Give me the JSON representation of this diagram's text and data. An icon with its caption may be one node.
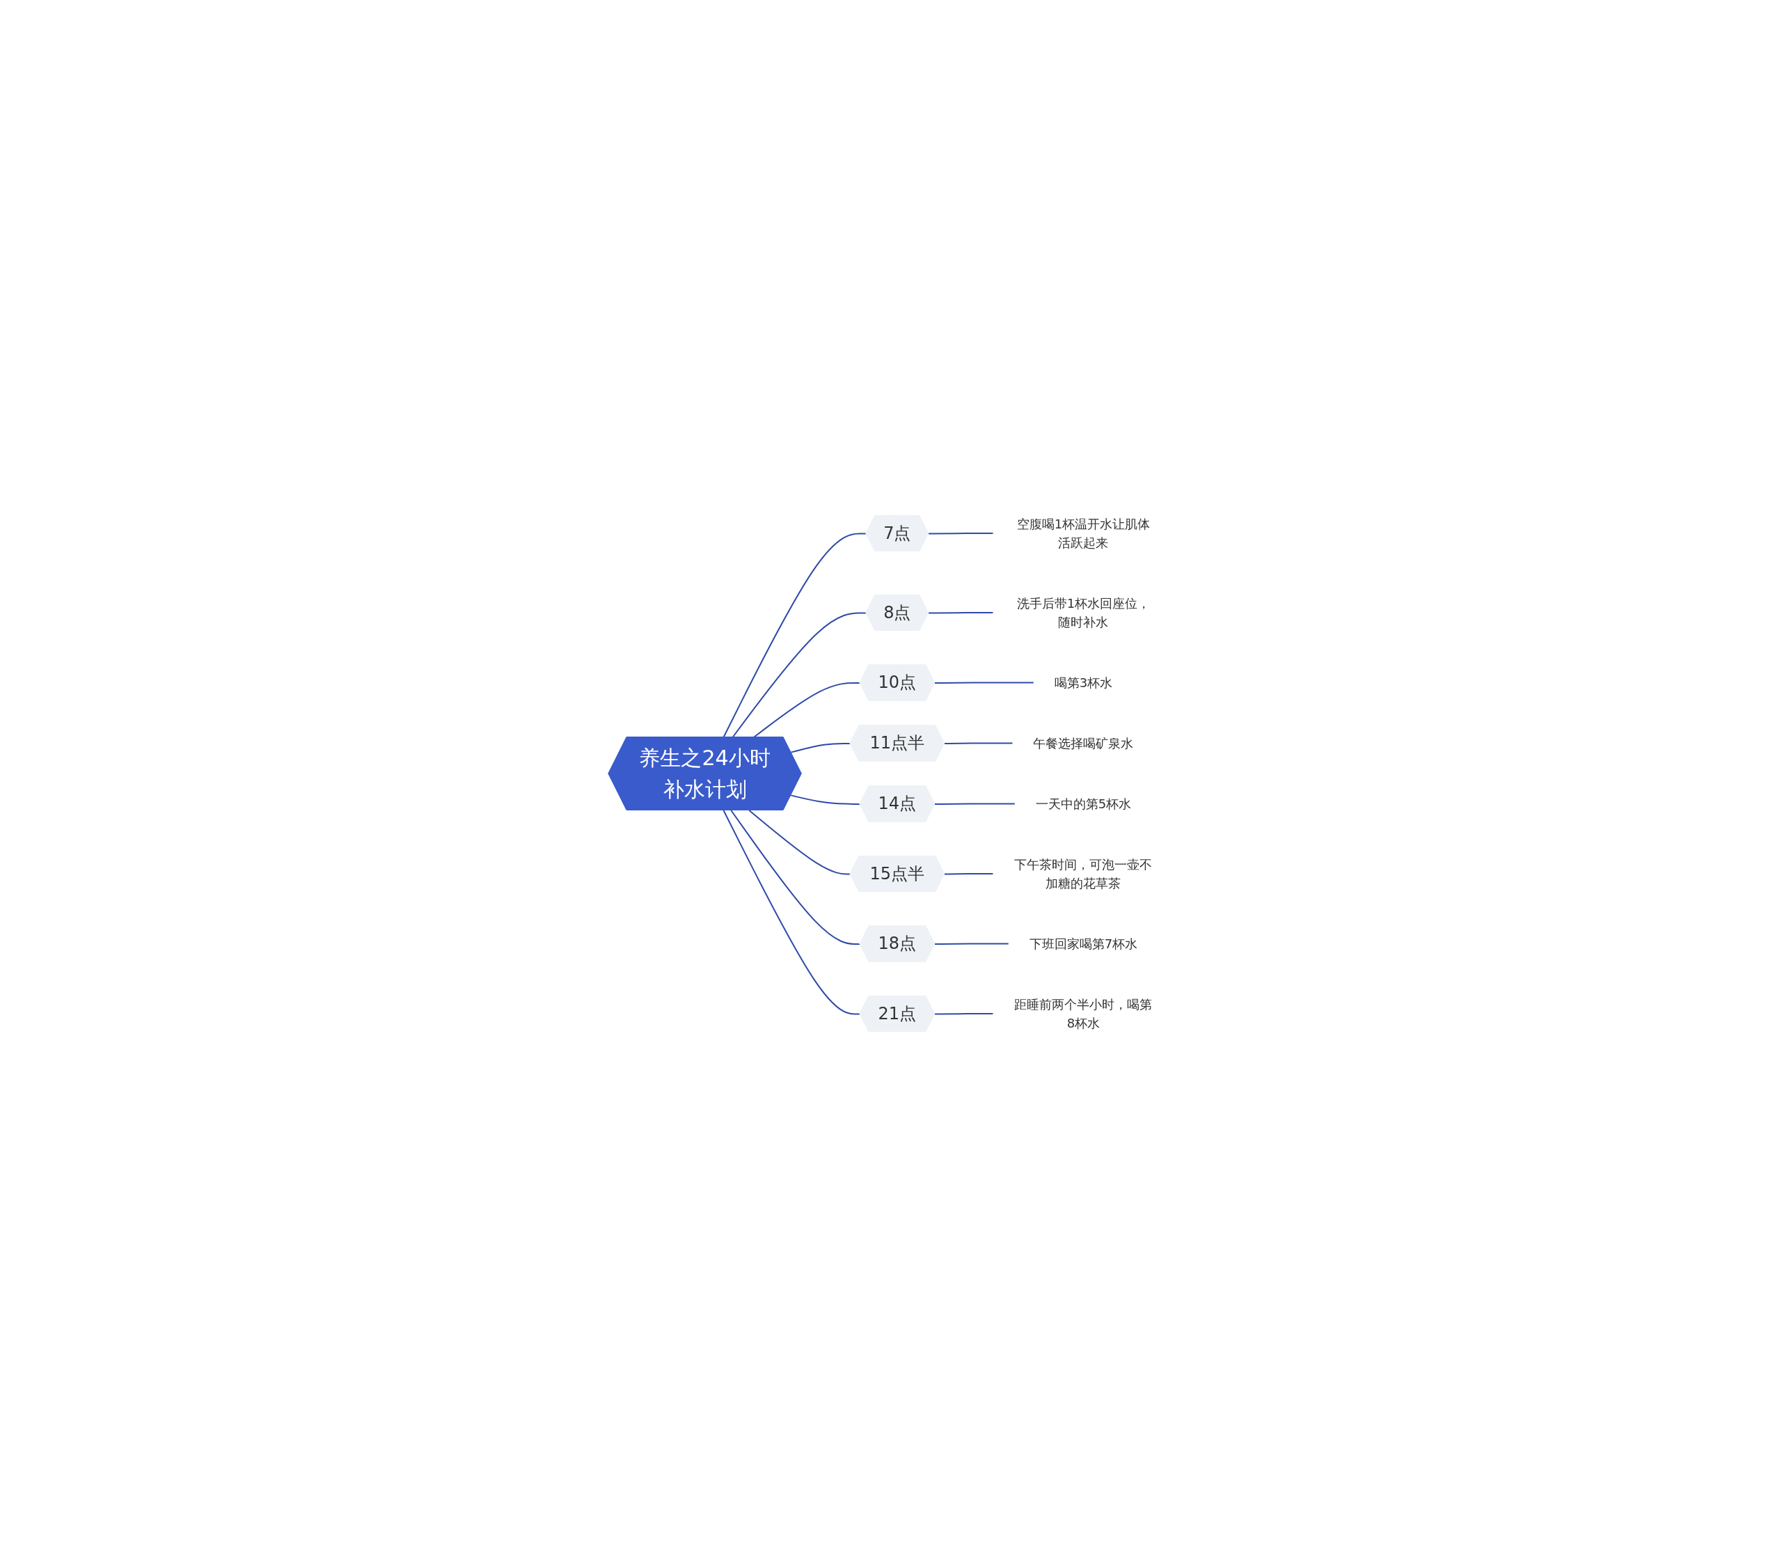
{
  "diagram": {
    "nodes": [
      {
        "text": [
          "养生之24小时补水计划"
        ]
      },
      {
        "text": [
          "7点"
        ]
      },
      {
        "text": [
          "空腹喝1杯温开水让肌体活跃起来"
        ]
      },
      {
        "text": [
          "8点"
        ]
      },
      {
        "text": [
          "洗手后带1杯水回座位，随时补水"
        ]
      },
      {
        "text": [
          "10点"
        ]
      },
      {
        "text": [
          "喝第3杯水"
        ]
      },
      {
        "text": [
          "11点半"
        ]
      },
      {
        "text": [
          "午餐选择喝矿泉水"
        ]
      },
      {
        "text": [
          "14点"
        ]
      },
      {
        "text": [
          "一天中的第5杯水"
        ]
      },
      {
        "text": [
          "15点半"
        ]
      },
      {
        "text": [
          "下午茶时间，可泡一壶不加糖的花草茶"
        ]
      },
      {
        "text": [
          "18点"
        ]
      },
      {
        "text": [
          "下班回家喝第7杯水"
        ]
      },
      {
        "text": [
          "21点"
        ]
      },
      {
        "text": [
          "距睡前两个半小时，喝第8杯水"
        ]
      }
    ],
    "edges": [
      {
        "from": 0,
        "to": 1,
        "arrow": "none"
      },
      {
        "from": 1,
        "to": 2,
        "arrow": "none"
      },
      {
        "from": 0,
        "to": 3,
        "arrow": "none"
      },
      {
        "from": 3,
        "to": 4,
        "arrow": "none"
      },
      {
        "from": 0,
        "to": 5,
        "arrow": "none"
      },
      {
        "from": 5,
        "to": 6,
        "arrow": "none"
      },
      {
        "from": 0,
        "to": 7,
        "arrow": "none"
      },
      {
        "from": 7,
        "to": 8,
        "arrow": "none"
      },
      {
        "from": 0,
        "to": 9,
        "arrow": "none"
      },
      {
        "from": 9,
        "to": 10,
        "arrow": "none"
      },
      {
        "from": 0,
        "to": 11,
        "arrow": "none"
      },
      {
        "from": 11,
        "to": 12,
        "arrow": "none"
      },
      {
        "from": 0,
        "to": 13,
        "arrow": "none"
      },
      {
        "from": 13,
        "to": 14,
        "arrow": "none"
      },
      {
        "from": 0,
        "to": 15,
        "arrow": "none"
      },
      {
        "from": 15,
        "to": 16,
        "arrow": "none"
      }
    ]
  }
}
